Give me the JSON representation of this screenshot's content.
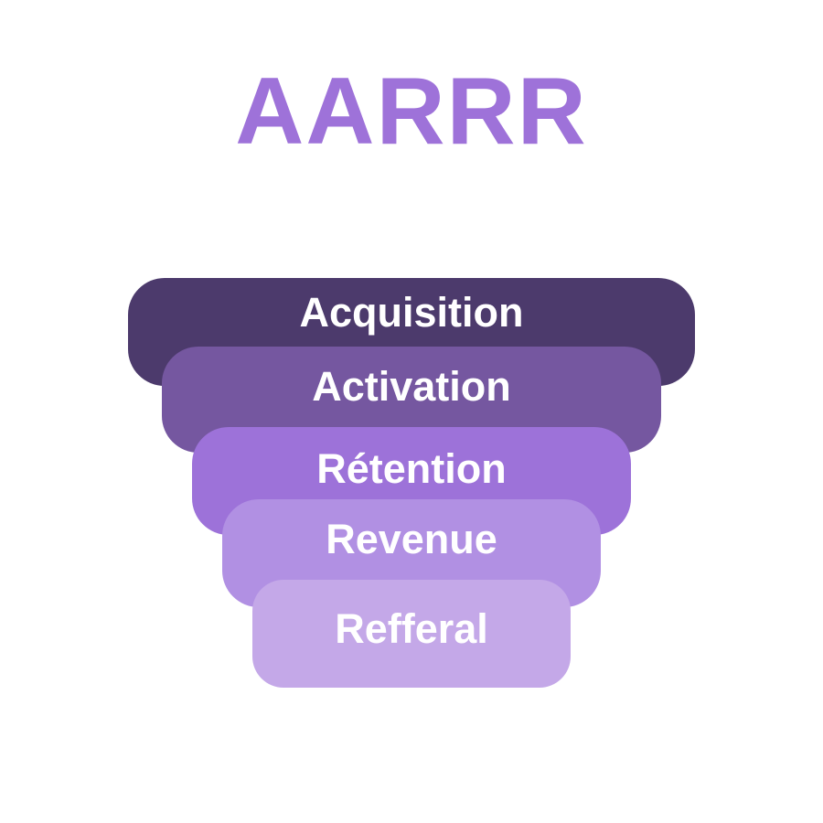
{
  "title": {
    "text": "AARRR",
    "color": "#9e72d9"
  },
  "funnel": {
    "layers": [
      {
        "label": "Acquisition",
        "color": "#4c3a6c"
      },
      {
        "label": "Activation",
        "color": "#7557a0"
      },
      {
        "label": "Rétention",
        "color": "#9d72d9"
      },
      {
        "label": "Revenue",
        "color": "#b190e3"
      },
      {
        "label": "Refferal",
        "color": "#c4a8e8"
      }
    ]
  }
}
